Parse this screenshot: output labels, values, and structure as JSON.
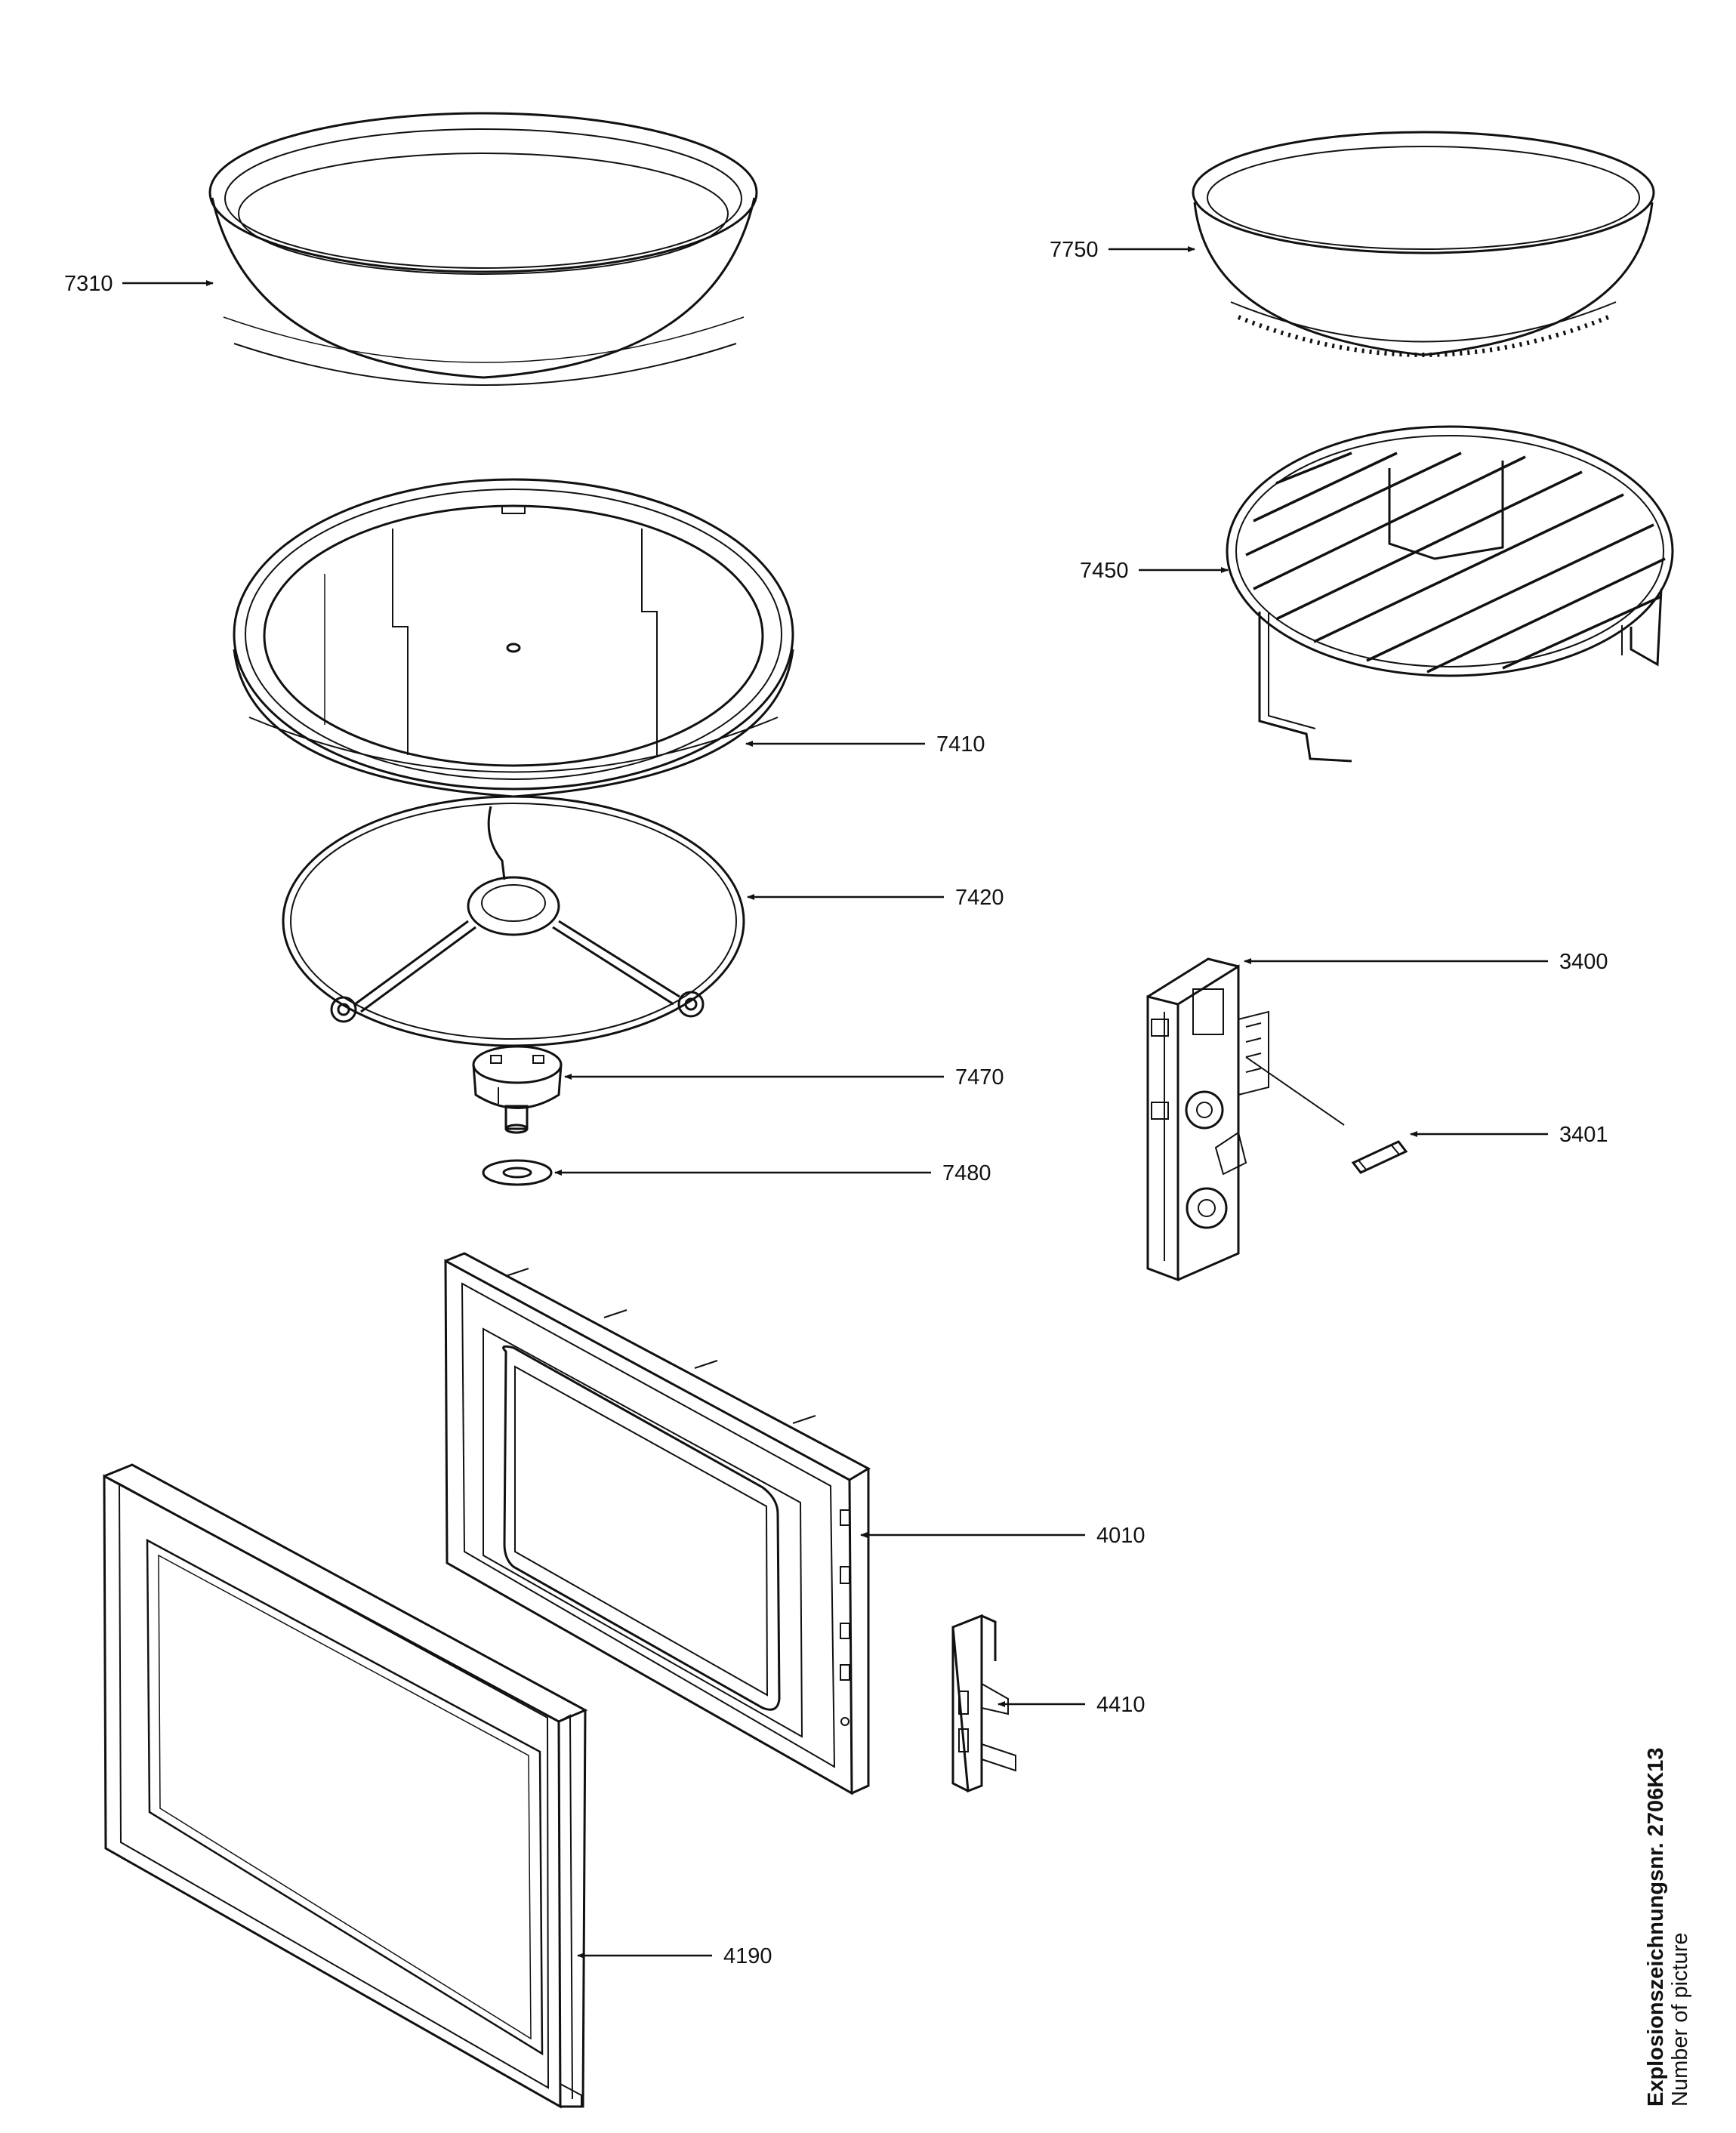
{
  "parts": {
    "p7310": "7310",
    "p7750": "7750",
    "p7450": "7450",
    "p7410": "7410",
    "p7420": "7420",
    "p7470": "7470",
    "p7480": "7480",
    "p3400": "3400",
    "p3401": "3401",
    "p4010": "4010",
    "p4410": "4410",
    "p4190": "4190"
  },
  "footer": {
    "drawing_number": "Explosionszeichnungsnr. 2706K13",
    "subtitle": "Number of picture"
  }
}
